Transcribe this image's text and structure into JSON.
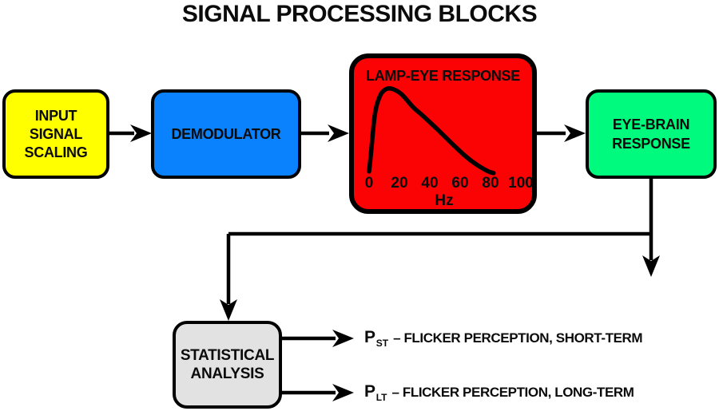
{
  "title": "SIGNAL PROCESSING BLOCKS",
  "colors": {
    "background": "#ffffff",
    "line": "#000000",
    "input_block": "#ffff00",
    "demodulator_block": "#0a82fe",
    "lamp_eye_block": "#fb0204",
    "eye_brain_block": "#00fa7d",
    "statistical_block": "#e2e2e2"
  },
  "blocks": {
    "input": {
      "label_lines": [
        "INPUT",
        "SIGNAL",
        "SCALING"
      ],
      "color": "#ffff00"
    },
    "demodulator": {
      "label": "DEMODULATOR",
      "color": "#0a82fe"
    },
    "lamp_eye": {
      "label": "LAMP-EYE RESPONSE",
      "color": "#fb0204"
    },
    "eye_brain": {
      "label_lines": [
        "EYE-BRAIN",
        "RESPONSE"
      ],
      "color": "#00fa7d"
    },
    "statistical": {
      "label_lines": [
        "STATISTICAL",
        "ANALYSIS"
      ],
      "color": "#e2e2e2"
    }
  },
  "chart_data": {
    "type": "line",
    "title": "LAMP-EYE RESPONSE",
    "xlabel": "Hz",
    "x_ticks": [
      "0",
      "20",
      "40",
      "60",
      "80",
      "100"
    ],
    "xlim": [
      0,
      100
    ],
    "ylim": [
      0,
      1
    ],
    "grid": false,
    "points": [
      [
        0,
        0.03
      ],
      [
        1.5,
        0.28
      ],
      [
        2.5,
        0.49
      ],
      [
        4,
        0.74
      ],
      [
        7,
        0.91
      ],
      [
        10,
        0.98
      ],
      [
        14,
        1.0
      ],
      [
        20,
        0.95
      ],
      [
        24,
        0.88
      ],
      [
        29,
        0.77
      ],
      [
        34,
        0.7
      ],
      [
        45,
        0.52
      ],
      [
        57,
        0.31
      ],
      [
        67,
        0.15
      ],
      [
        78,
        0.03
      ],
      [
        82,
        0.01
      ]
    ]
  },
  "outputs": [
    {
      "symbol": "P",
      "subscript": "ST",
      "text": "– FLICKER PERCEPTION, SHORT-TERM"
    },
    {
      "symbol": "P",
      "subscript": "LT",
      "text": "– FLICKER PERCEPTION, LONG-TERM"
    }
  ]
}
